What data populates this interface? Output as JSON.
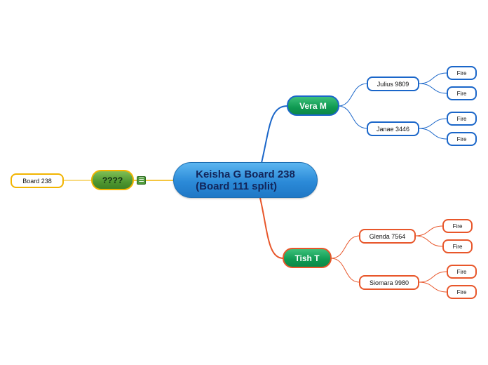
{
  "root": {
    "line1": "Keisha G Board 238",
    "line2": "(Board 111 split)"
  },
  "branches": {
    "vera": {
      "label": "Vera M",
      "children": [
        {
          "label": "Julius 9809",
          "leaves": [
            "Fire",
            "Fire"
          ]
        },
        {
          "label": "Janae 3446",
          "leaves": [
            "Fire",
            "Fire"
          ]
        }
      ]
    },
    "tish": {
      "label": "Tish T",
      "children": [
        {
          "label": "Glenda 7564",
          "leaves": [
            "Fire",
            "Fire"
          ]
        },
        {
          "label": "Siomara 9980",
          "leaves": [
            "Fire",
            "Fire"
          ]
        }
      ]
    },
    "unknown": {
      "label": "????",
      "note_icon": "notes-icon",
      "children": [
        {
          "label": "Board 238"
        }
      ]
    }
  },
  "colors": {
    "blue_branch": "#1a66c9",
    "orange_branch": "#e8562a",
    "yellow_branch": "#f2b400",
    "root_fill": "#2b8ad8",
    "topic_fill": "#0f9a52"
  }
}
